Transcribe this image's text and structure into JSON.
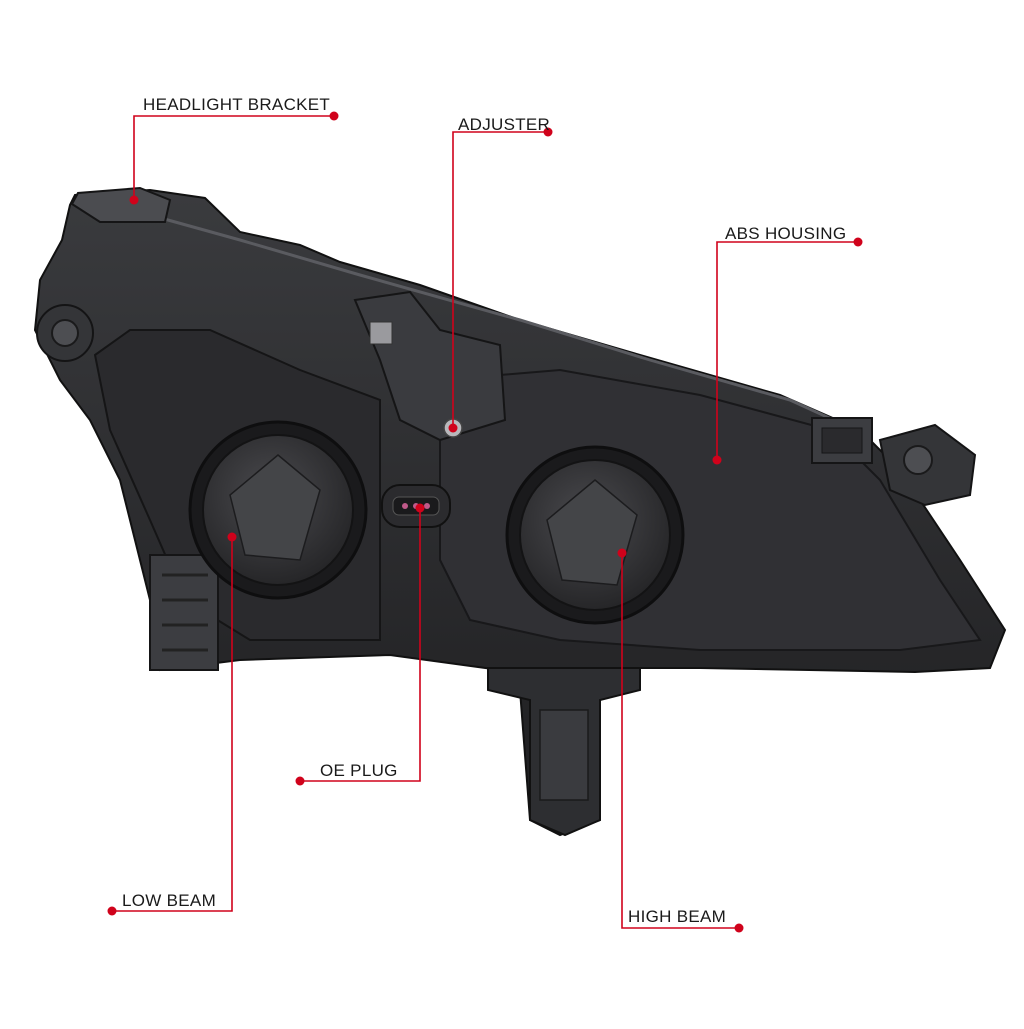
{
  "colors": {
    "callout_line": "#d0021b",
    "housing_dark": "#1c1c1e",
    "housing_mid": "#2c2c2f",
    "housing_light": "#45464a",
    "bulb_cap": "#3a3a3d",
    "background": "#ffffff"
  },
  "callouts": [
    {
      "id": "headlight-bracket",
      "label": "HEADLIGHT BRACKET"
    },
    {
      "id": "adjuster",
      "label": "ADJUSTER"
    },
    {
      "id": "abs-housing",
      "label": "ABS HOUSING"
    },
    {
      "id": "oe-plug",
      "label": "OE PLUG"
    },
    {
      "id": "low-beam",
      "label": "LOW BEAM"
    },
    {
      "id": "high-beam",
      "label": "HIGH BEAM"
    }
  ]
}
